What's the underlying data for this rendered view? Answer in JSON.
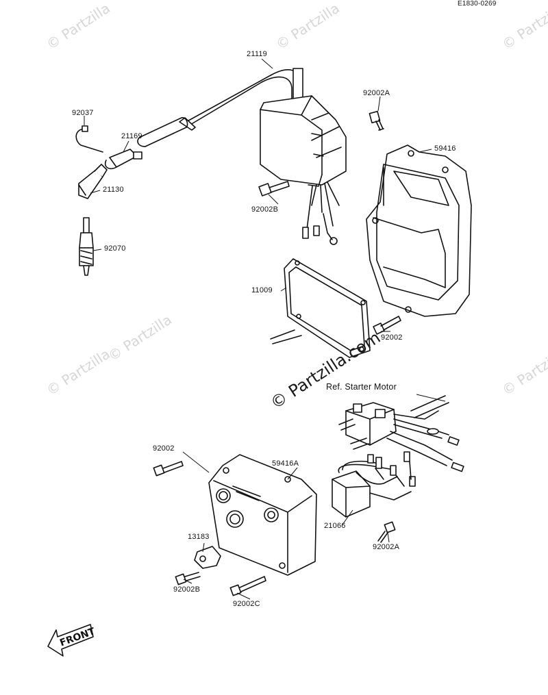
{
  "diagram_code": "E1830-0269",
  "watermark": "© Partzilla",
  "watermark_main": "© Partzilla.com",
  "front_label": "FRONT",
  "ref_note": "Ref. Starter Motor",
  "parts": {
    "p21119": "21119",
    "p92037": "92037",
    "p21169": "21169",
    "p21130": "21130",
    "p92070": "92070",
    "p92002A_top": "92002A",
    "p59416": "59416",
    "p92002B_top": "92002B",
    "p11009": "11009",
    "p92002_mid": "92002",
    "p92002_left": "92002",
    "p59416A": "59416A",
    "p13183": "13183",
    "p92002B_bot": "92002B",
    "p92002C": "92002C",
    "p21066": "21066",
    "p92002A_bot": "92002A"
  }
}
